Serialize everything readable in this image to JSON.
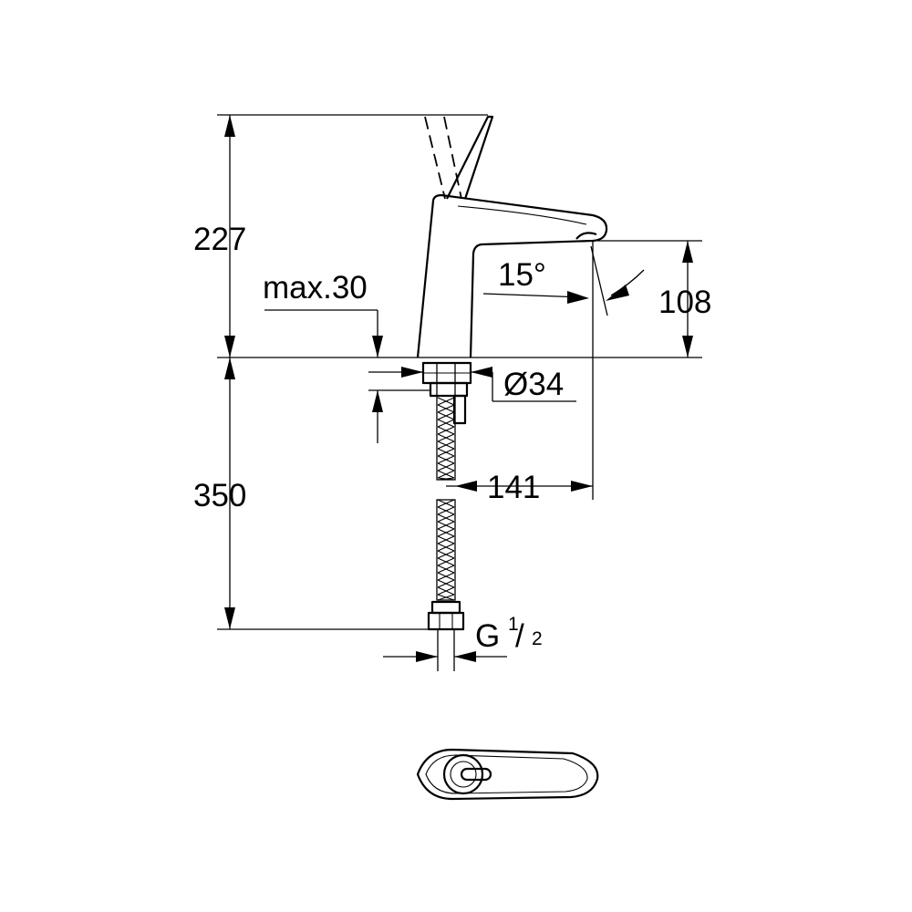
{
  "dimensions": {
    "height_handle": "227",
    "max_counter": "max.30",
    "spout_angle": "15°",
    "spout_height": "108",
    "hole_diameter": "Ø34",
    "hose_length": "350",
    "projection": "141",
    "thread_letter": "G",
    "thread_num": "1",
    "thread_den": "2"
  },
  "colors": {
    "line": "#000000",
    "background": "#ffffff"
  }
}
